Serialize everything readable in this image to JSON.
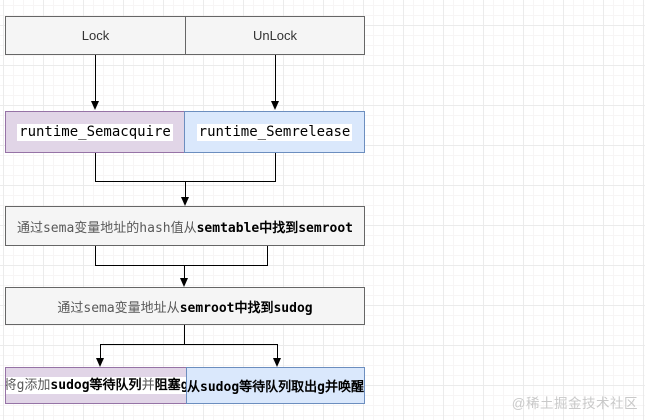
{
  "nodes": {
    "lock": {
      "label": "Lock"
    },
    "unlock": {
      "label": "UnLock"
    },
    "semacquire": {
      "label": "runtime_Semacquire"
    },
    "semrelease": {
      "label": "runtime_Semrelease"
    },
    "find_semroot": {
      "part_gray": "通过sema变量地址的hash值从",
      "part_dark": "semtable中找到semroot"
    },
    "find_sudog": {
      "part_gray": "通过sema变量地址从",
      "part_dark": "semroot中找到sudog"
    },
    "block": {
      "p1": "将g添加",
      "p2": "sudog等待队列",
      "p3": "并",
      "p4": "阻塞g"
    },
    "wake": {
      "label": "从sudog等待队列取出g并唤醒"
    }
  },
  "watermark": "@稀土掘金技术社区",
  "colors": {
    "purple_fill": "#e1d5e7",
    "purple_border": "#9673a6",
    "blue_fill": "#dae8fc",
    "blue_border": "#6c8ebf",
    "gray_fill": "#f5f5f5",
    "gray_border": "#666666",
    "text_gray": "#595959",
    "text_dark": "#000000",
    "connector": "#000000",
    "watermark_text": "#c9c9c9"
  }
}
